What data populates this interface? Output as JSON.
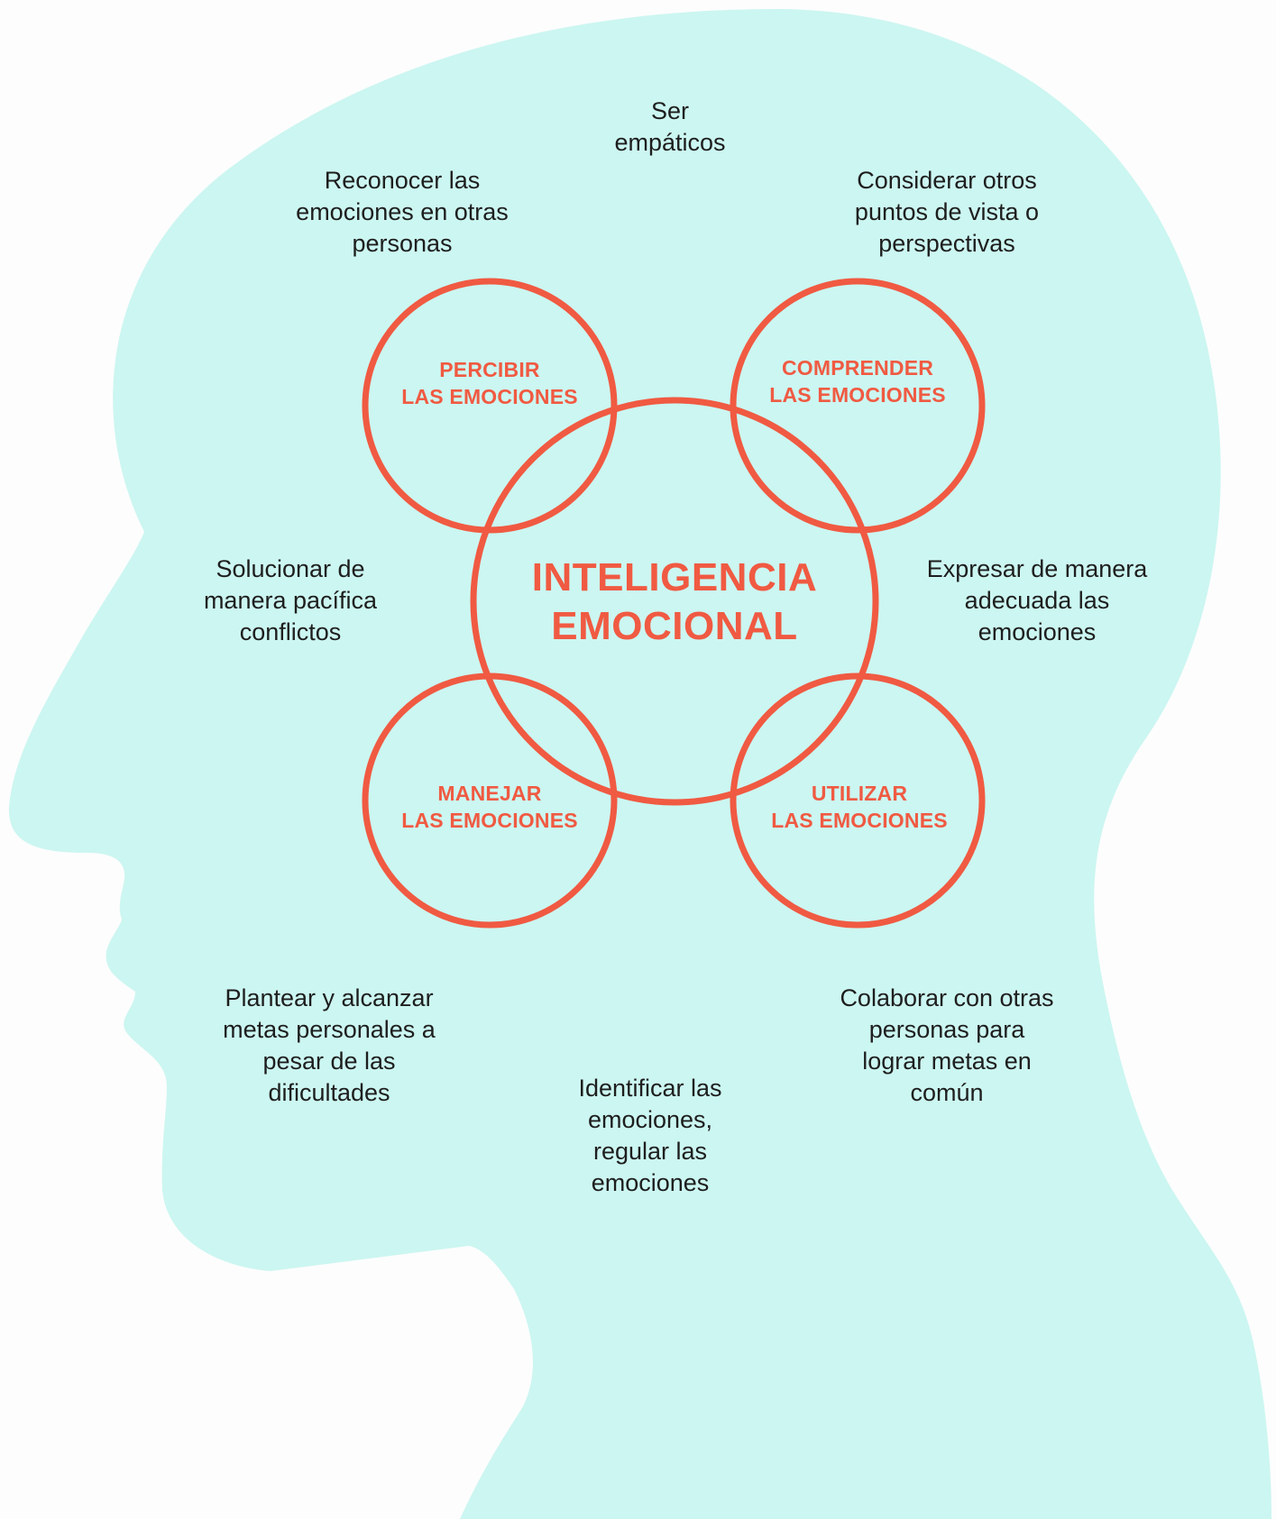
{
  "colors": {
    "head_fill": "#ccf6f1",
    "background": "#fdfdfd",
    "circle_stroke": "#f05a42",
    "text": "#1e1e1e"
  },
  "center": {
    "line1": "INTELIGENCIA",
    "line2": "EMOCIONAL"
  },
  "circles": {
    "percibir": {
      "line1": "PERCIBIR",
      "line2": "LAS EMOCIONES"
    },
    "comprender": {
      "line1": "COMPRENDER",
      "line2": "LAS EMOCIONES"
    },
    "manejar": {
      "line1": "MANEJAR",
      "line2": "LAS EMOCIONES"
    },
    "utilizar": {
      "line1": "UTILIZAR",
      "line2": "LAS EMOCIONES"
    }
  },
  "labels": {
    "ser_empaticos": [
      "Ser",
      "empáticos"
    ],
    "reconocer": [
      "Reconocer las",
      "emociones en otras",
      "personas"
    ],
    "considerar": [
      "Considerar otros",
      "puntos de vista o",
      "perspectivas"
    ],
    "solucionar": [
      "Solucionar de",
      "manera pacífica",
      "conflictos"
    ],
    "expresar": [
      "Expresar de manera",
      "adecuada las",
      "emociones"
    ],
    "plantear": [
      "Plantear y alcanzar",
      "metas personales a",
      "pesar de las",
      "dificultades"
    ],
    "identificar": [
      "Identificar las",
      "emociones,",
      "regular las",
      "emociones"
    ],
    "colaborar": [
      "Colaborar con otras",
      "personas para",
      "lograr metas en",
      "común"
    ]
  }
}
